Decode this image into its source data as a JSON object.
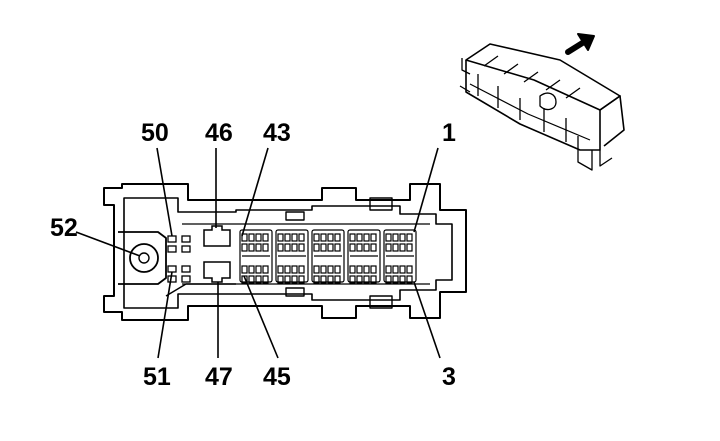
{
  "pin_labels": {
    "p50": "50",
    "p46": "46",
    "p43": "43",
    "p1": "1",
    "p52": "52",
    "p51": "51",
    "p47": "47",
    "p45": "45",
    "p3": "3"
  },
  "colors": {
    "ink": "#000000",
    "background": "#ffffff"
  },
  "icons": {
    "direction": "arrow-icon",
    "view": "connector-iso-view-icon"
  }
}
